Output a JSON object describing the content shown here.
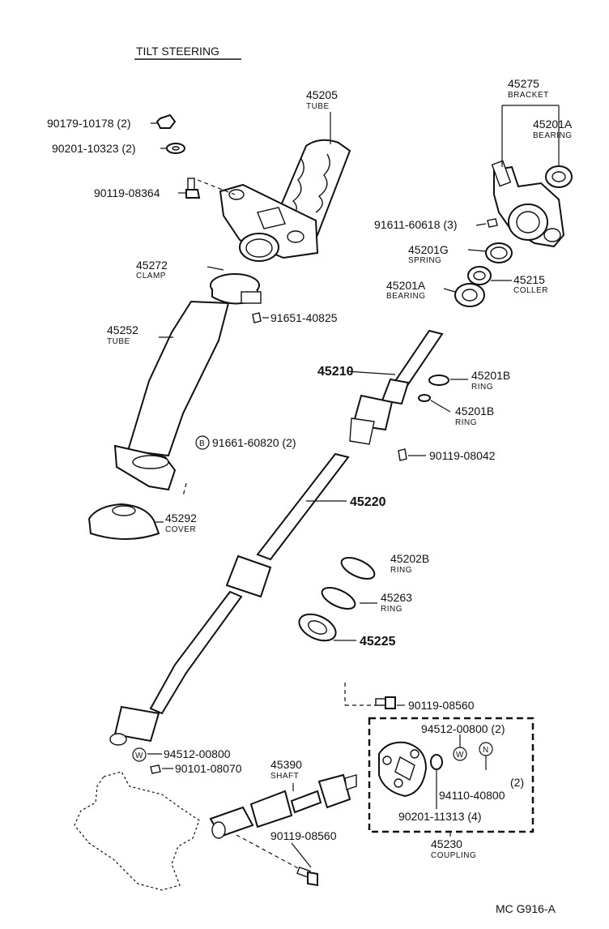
{
  "title": "TILT STEERING",
  "footer_code": "MC G916-A",
  "parts": {
    "tube_top": {
      "number": "45205",
      "name": "TUBE"
    },
    "nut": {
      "number": "90179-10178 (2)"
    },
    "washer": {
      "number": "90201-10323 (2)"
    },
    "bolt_top": {
      "number": "90119-08364"
    },
    "bracket": {
      "number": "45275",
      "name": "BRACKET"
    },
    "bearing_top": {
      "number": "45201A",
      "name": "BEARING"
    },
    "screw_3": {
      "number": "91611-60618 (3)"
    },
    "spring": {
      "number": "45201G",
      "name": "SPRING"
    },
    "collar": {
      "number": "45215",
      "name": "COLLER"
    },
    "bearing_mid": {
      "number": "45201A",
      "name": "BEARING"
    },
    "clamp": {
      "number": "45272",
      "name": "CLAMP"
    },
    "bolt_clamp": {
      "number": "91651-40825"
    },
    "tube_lower": {
      "number": "45252",
      "name": "TUBE"
    },
    "main_shaft": {
      "number": "45210"
    },
    "ring_1": {
      "number": "45201B",
      "name": "RING"
    },
    "ring_2": {
      "number": "45201B",
      "name": "RING"
    },
    "bolt_b": {
      "marker": "B",
      "number": "91661-60820 (2)"
    },
    "bolt_mid": {
      "number": "90119-08042"
    },
    "cover": {
      "number": "45292",
      "name": "COVER"
    },
    "intermediate_shaft": {
      "number": "45220"
    },
    "ring_3": {
      "number": "45202B",
      "name": "RING"
    },
    "ring_4": {
      "number": "45263",
      "name": "RING"
    },
    "seal": {
      "number": "45225"
    },
    "bolt_coupling": {
      "number": "90119-08560"
    },
    "washer_w_a": {
      "marker": "W",
      "number": "94512-00800"
    },
    "bolt_small": {
      "number": "90101-08070"
    },
    "shaft_lower": {
      "number": "45390",
      "name": "SHAFT"
    },
    "bolt_lower": {
      "number": "90119-08560"
    },
    "washer_w_b": {
      "number": "94512-00800 (2)",
      "marker": "W"
    },
    "nut_n": {
      "marker": "N",
      "number": "94110-40800",
      "qty": "(2)"
    },
    "washer_4": {
      "number": "90201-11313 (4)"
    },
    "coupling": {
      "number": "45230",
      "name": "COUPLING"
    }
  }
}
